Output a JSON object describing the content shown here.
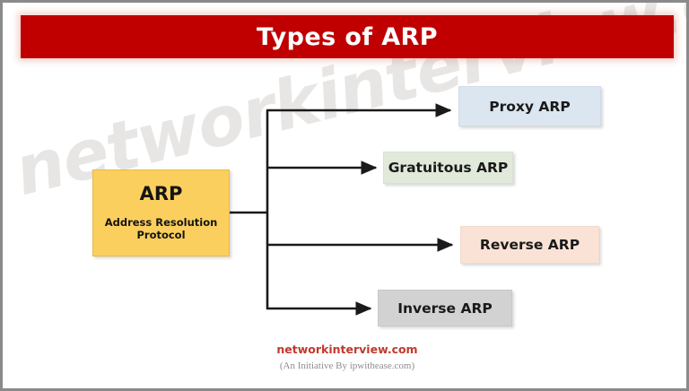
{
  "page": {
    "title_banner": {
      "text": "Types of ARP",
      "background_color": "#c00000",
      "text_color": "#ffffff"
    },
    "watermark": {
      "text": "networkinterview.com",
      "color": "#e8e6e4"
    },
    "footer": {
      "brand": "networkinterview.com",
      "brand_color": "#c0392b",
      "subtitle": "(An Initiative By ipwithease.com)",
      "subtitle_color": "#8c8c8c"
    }
  },
  "diagram": {
    "type": "tree",
    "root": {
      "title": "ARP",
      "subtitle": "Address Resolution Protocol",
      "fill_color": "#fbcf5d"
    },
    "branches": [
      {
        "label": "Proxy ARP",
        "fill_color": "#dce6f0"
      },
      {
        "label": "Gratuitous ARP",
        "fill_color": "#e1eada"
      },
      {
        "label": "Reverse ARP",
        "fill_color": "#fae3d6"
      },
      {
        "label": "Inverse ARP",
        "fill_color": "#d2d2d2"
      }
    ],
    "connector_color": "#1a1a1a"
  }
}
